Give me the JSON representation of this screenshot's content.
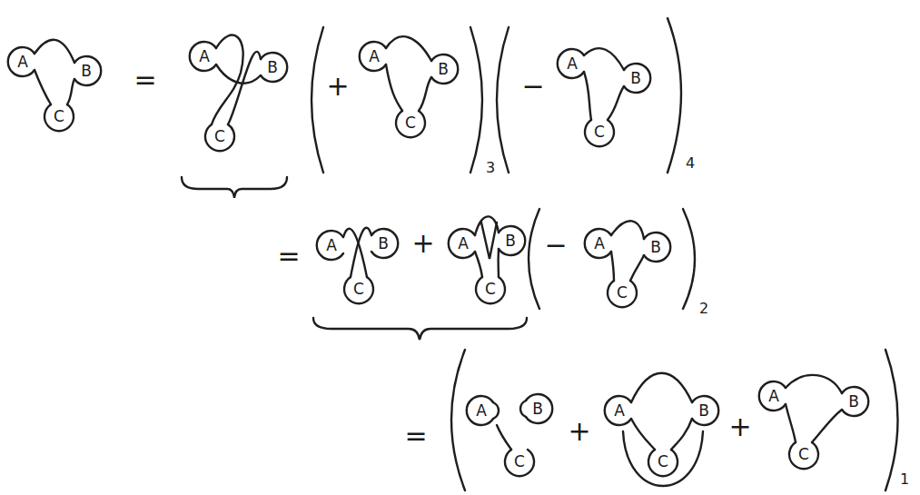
{
  "diagram": {
    "labels": [
      "A",
      "B",
      "C",
      "=",
      "A",
      "B",
      "C",
      "+",
      "A",
      "B",
      "C",
      "3",
      "−",
      "A",
      "B",
      "C",
      "4",
      "=",
      "A",
      "B",
      "C",
      "+",
      "A",
      "B",
      "C",
      "−",
      "A",
      "B",
      "C",
      "2",
      "=",
      "A",
      "B",
      "C",
      "+",
      "A",
      "B",
      "C",
      "+",
      "A",
      "B",
      "C",
      "1"
    ]
  }
}
